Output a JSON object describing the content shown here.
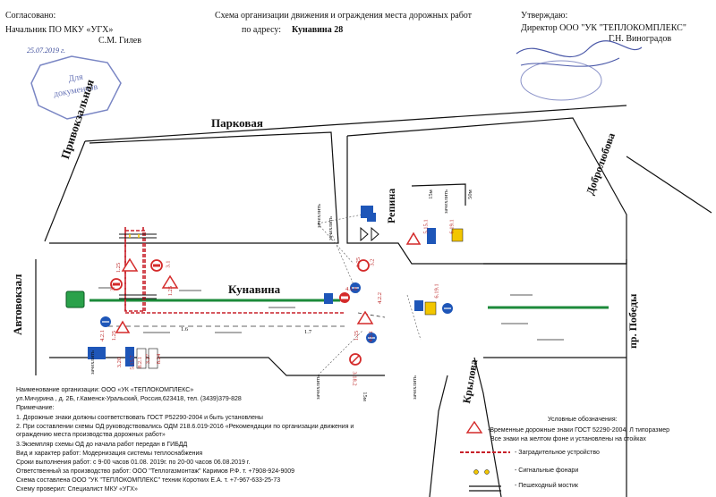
{
  "header": {
    "left_agreed": "Согласовано:",
    "left_position": "Начальник ПО МКУ «УГХ»",
    "left_name": "С.М. Гилев",
    "left_date": "25.07.2019 г.",
    "left_stamp": "Для документов",
    "title_line1": "Схема организации движения и ограждения места дорожных работ",
    "title_line2_prefix": "по адресу:",
    "title_address": "Кунавина 28",
    "right_approved": "Утверждаю:",
    "right_position": "Директор ООО \"УК \"ТЕПЛОКОМПЛЕКС\"",
    "right_name": "Г.Н. Виноградов"
  },
  "streets": {
    "parkovaya": "Парковая",
    "privokzalnaya": "Привокзальная",
    "avtovokzal": "Автовокзал",
    "kunavina": "Кунавина",
    "repina": "Репина",
    "dobrolyubova": "Добролюбова",
    "krylova": "Крылова",
    "pobedy": "пр. Победы"
  },
  "signs": {
    "s1": "1.25",
    "s2": "3.1",
    "s3": "1.25",
    "s4": "3.1",
    "s5": "4.1.6",
    "s6": "4.2.2",
    "s7": "1.25",
    "s8": "3.2",
    "s9": "4.2.1",
    "s10": "1.25",
    "s11": "6.19.1",
    "s12": "4.2.1",
    "s13": "1.25",
    "s14": "5.15.1",
    "s15": "6.19.1",
    "s16": "3.20",
    "s17": "5.15.7",
    "s18": "8.2.1",
    "s19": "3.27",
    "s20": "8.24",
    "s21": "3.18.2",
    "d1": "1.6",
    "d2": "1.7",
    "d3": "15м",
    "d4": "50м",
    "d5": "15м"
  },
  "map_labels": {
    "zamuzhen1": "зачехлить",
    "zamuzhen2": "зачехлить",
    "zamuzhen3": "зачехлить",
    "zamuzhen4": "зачехлить",
    "zamuzhen5": "зачехлить",
    "zamuzhen6": "зачехлить"
  },
  "notes": {
    "org": "Наименование организации: ООО «УК «ТЕПЛОКОМПЛЕКС»",
    "addr": "ул.Мичурина , д. 2Б, г.Каменск-Уральский, Россия,623418,  тел. (3439)379-828",
    "p_title": "Примечание:",
    "p1": "1. Дорожные знаки должны соответствовать ГОСТ Р52290-2004 и быть установлены",
    "p2": "2. При составлении схемы ОД руководствовались ОДМ 218.6.019-2016 «Рекомендации по организации движения и",
    "p2b": "ограждению места производства дорожных работ»",
    "p3": "3.Экземпляр схемы ОД до начала работ передан в ГИБДД",
    "work": "Вид и характер работ:  Модернизация системы теплоснабжения",
    "terms": "Сроки выполнения работ: с  9-00 часов 01.08.  2019г. по   20-00 часов 06.08.2019 г.",
    "resp": "Ответственный за производство работ: ООО \"Теплогазмонтаж\" Каримов Р.Ф. т. +7908-924-9009",
    "made": "Схема составлена ООО \"УК \"ТЕПЛОКОМПЛЕКС\" техник Коротких Е.А. т. +7-967-633-25-73",
    "checked": "Схему проверил: Специалист МКУ «УГХ»"
  },
  "legend": {
    "title": "Условные обозначения:",
    "l1": "-Временные дорожные знаки ГОСТ 52290-2004. Л типоразмер",
    "l1b": "Все знаки на желтом фоне и установлены на стойках",
    "l2": "- Заградительное устройство",
    "l3": "- Сигнальные фонари",
    "l4": "- Пешеходный мостик"
  },
  "colors": {
    "sign_red": "#d42a2a",
    "sign_blue": "#1e56b8",
    "road_green": "#1c8a3a",
    "barrier_red": "#c8202a",
    "sign_yellow": "#f2c600"
  }
}
